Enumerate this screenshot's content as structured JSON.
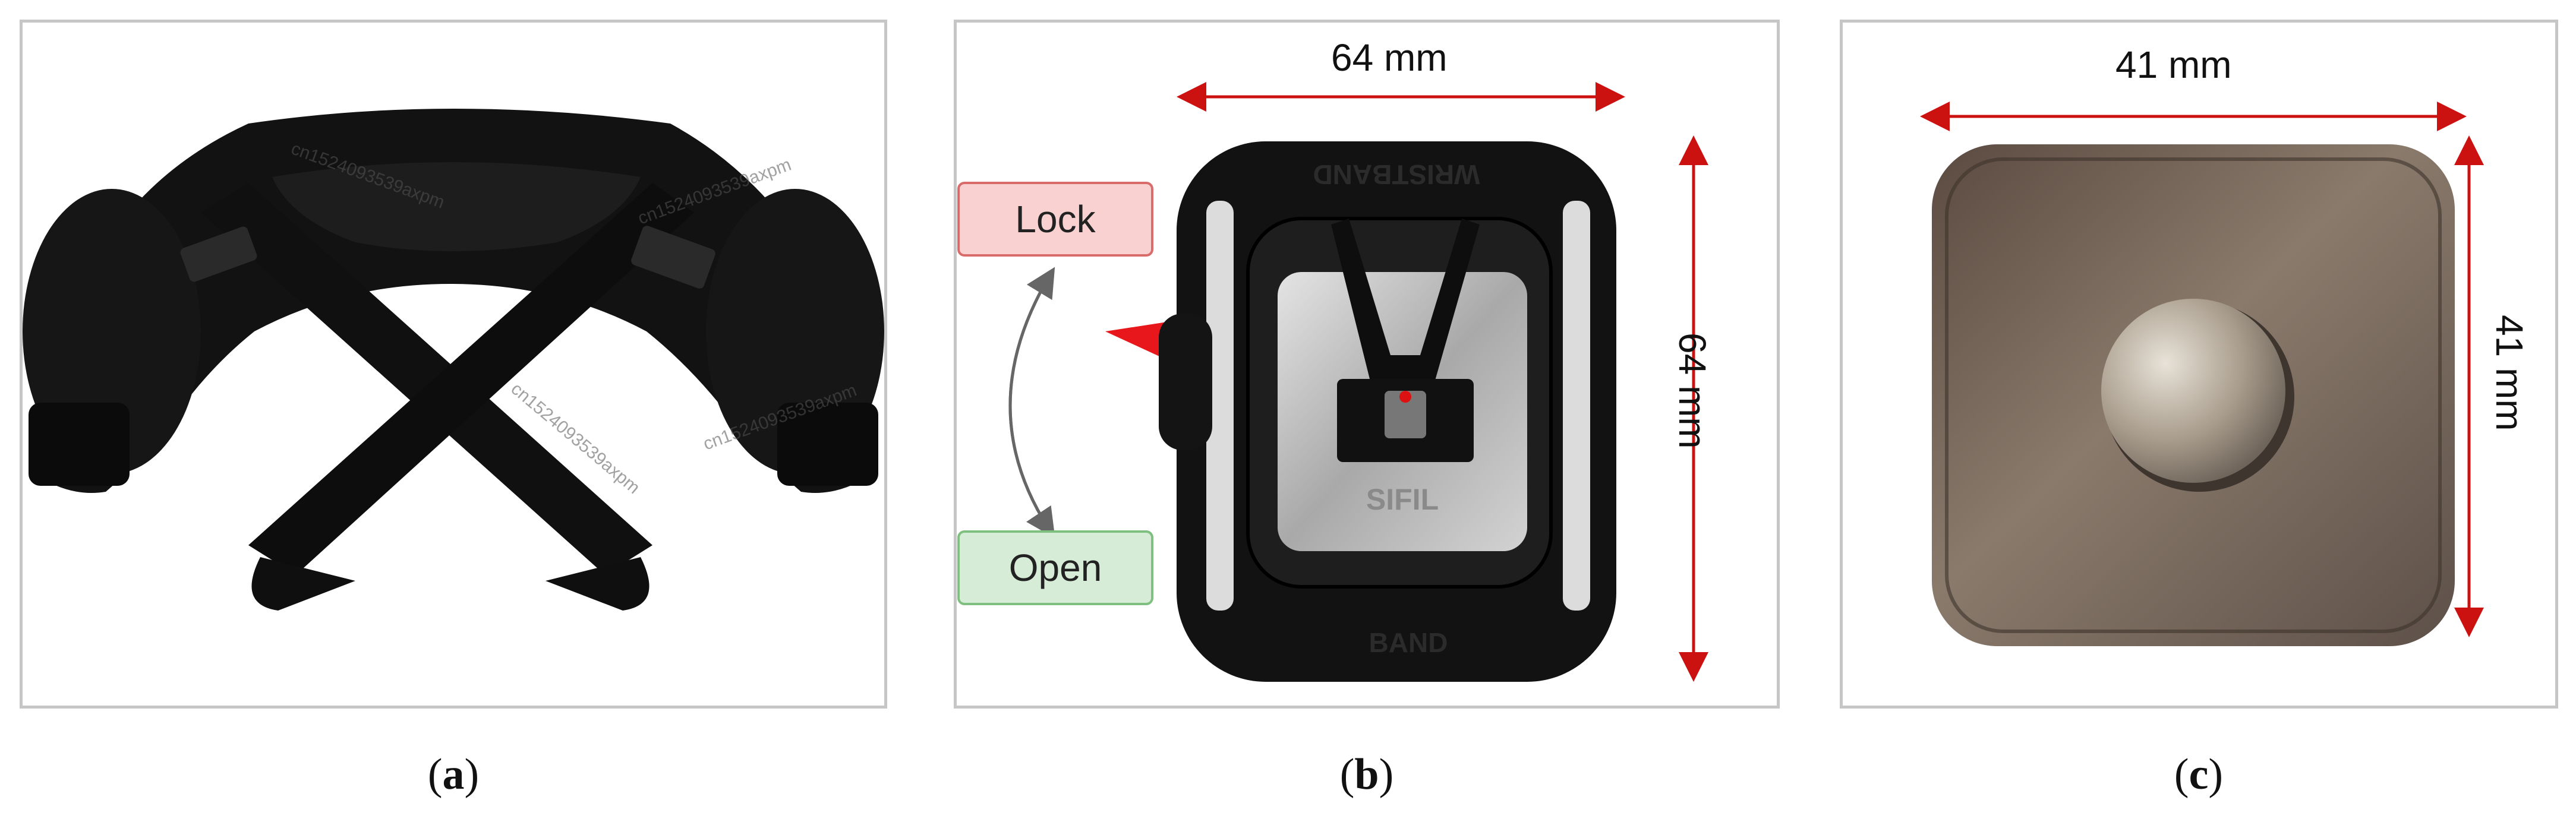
{
  "panels": {
    "a": {
      "caption_letter": "a",
      "watermark": "cn1524093539axpm"
    },
    "b": {
      "caption_letter": "b",
      "top_dimension": "64 mm",
      "side_dimension": "64 mm",
      "state_lock": "Lock",
      "state_open": "Open",
      "device_text_top": "WRISTBAND",
      "device_text_plate": "SIFIL",
      "device_text_bottom": "BAND"
    },
    "c": {
      "caption_letter": "c",
      "top_dimension": "41 mm",
      "side_dimension": "41 mm"
    }
  },
  "colors": {
    "dimension_arrow": "#cc1111",
    "lock_fill": "#f9d1d1",
    "open_fill": "#d6ecd6",
    "panel_border": "#c6c6c6"
  }
}
